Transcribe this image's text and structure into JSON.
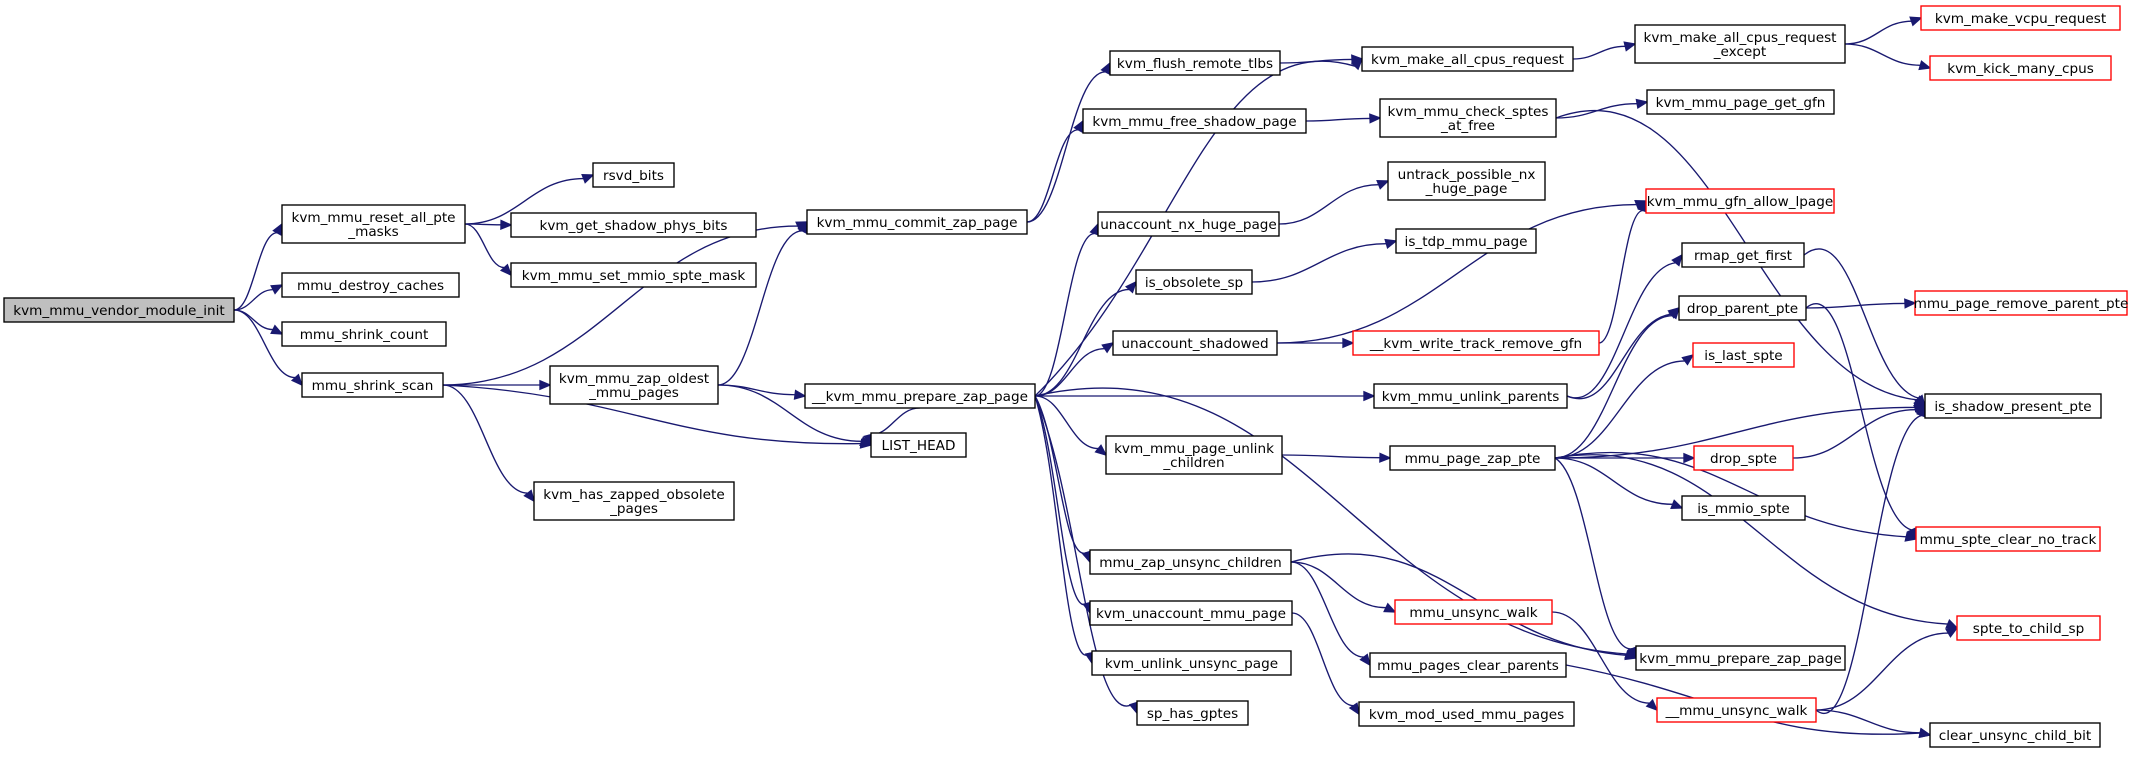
{
  "colors": {
    "edge": "#191970",
    "root_fill": "#bfbfbf",
    "truncated_border": "#ff0000",
    "border": "#000000"
  },
  "nodes": [
    {
      "id": "n0",
      "lines": [
        "kvm_mmu_vendor_module_init"
      ],
      "style": "root"
    },
    {
      "id": "n1",
      "lines": [
        "kvm_mmu_reset_all_pte",
        "_masks"
      ]
    },
    {
      "id": "n2",
      "lines": [
        "rsvd_bits"
      ]
    },
    {
      "id": "n3",
      "lines": [
        "kvm_get_shadow_phys_bits"
      ]
    },
    {
      "id": "n4",
      "lines": [
        "kvm_mmu_set_mmio_spte_mask"
      ]
    },
    {
      "id": "n5",
      "lines": [
        "mmu_destroy_caches"
      ]
    },
    {
      "id": "n6",
      "lines": [
        "mmu_shrink_count"
      ]
    },
    {
      "id": "n7",
      "lines": [
        "mmu_shrink_scan"
      ]
    },
    {
      "id": "n8",
      "lines": [
        "kvm_mmu_commit_zap_page"
      ]
    },
    {
      "id": "n9",
      "lines": [
        "kvm_mmu_zap_oldest",
        "_mmu_pages"
      ]
    },
    {
      "id": "n10",
      "lines": [
        "LIST_HEAD"
      ]
    },
    {
      "id": "n11",
      "lines": [
        "kvm_has_zapped_obsolete",
        "_pages"
      ]
    },
    {
      "id": "n12",
      "lines": [
        "kvm_flush_remote_tlbs"
      ]
    },
    {
      "id": "n13",
      "lines": [
        "kvm_mmu_free_shadow_page"
      ]
    },
    {
      "id": "n14",
      "lines": [
        "kvm_make_all_cpus_request"
      ]
    },
    {
      "id": "n15",
      "lines": [
        "kvm_mmu_check_sptes",
        "_at_free"
      ]
    },
    {
      "id": "n16",
      "lines": [
        "kvm_make_all_cpus_request",
        "_except"
      ]
    },
    {
      "id": "n17",
      "lines": [
        "kvm_make_vcpu_request"
      ],
      "style": "red"
    },
    {
      "id": "n18",
      "lines": [
        "kvm_kick_many_cpus"
      ],
      "style": "red"
    },
    {
      "id": "n19",
      "lines": [
        "kvm_mmu_page_get_gfn"
      ]
    },
    {
      "id": "n20",
      "lines": [
        "__kvm_mmu_prepare_zap_page"
      ]
    },
    {
      "id": "n21",
      "lines": [
        "unaccount_nx_huge_page"
      ]
    },
    {
      "id": "n22",
      "lines": [
        "untrack_possible_nx",
        "_huge_page"
      ]
    },
    {
      "id": "n23",
      "lines": [
        "is_obsolete_sp"
      ]
    },
    {
      "id": "n24",
      "lines": [
        "is_tdp_mmu_page"
      ]
    },
    {
      "id": "n25",
      "lines": [
        "unaccount_shadowed"
      ]
    },
    {
      "id": "n26",
      "lines": [
        "kvm_mmu_gfn_allow_lpage"
      ],
      "style": "red"
    },
    {
      "id": "n27",
      "lines": [
        "__kvm_write_track_remove_gfn"
      ],
      "style": "red"
    },
    {
      "id": "n28",
      "lines": [
        "rmap_get_first"
      ]
    },
    {
      "id": "n29",
      "lines": [
        "drop_parent_pte"
      ]
    },
    {
      "id": "n30",
      "lines": [
        "mmu_page_remove_parent_pte"
      ],
      "style": "red"
    },
    {
      "id": "n31",
      "lines": [
        "kvm_mmu_unlink_parents"
      ]
    },
    {
      "id": "n32",
      "lines": [
        "is_last_spte"
      ],
      "style": "red"
    },
    {
      "id": "n33",
      "lines": [
        "is_shadow_present_pte"
      ]
    },
    {
      "id": "n34",
      "lines": [
        "kvm_mmu_page_unlink",
        "_children"
      ]
    },
    {
      "id": "n35",
      "lines": [
        "mmu_page_zap_pte"
      ]
    },
    {
      "id": "n36",
      "lines": [
        "drop_spte"
      ],
      "style": "red"
    },
    {
      "id": "n37",
      "lines": [
        "is_mmio_spte"
      ]
    },
    {
      "id": "n38",
      "lines": [
        "mmu_spte_clear_no_track"
      ],
      "style": "red"
    },
    {
      "id": "n39",
      "lines": [
        "mmu_zap_unsync_children"
      ]
    },
    {
      "id": "n40",
      "lines": [
        "mmu_unsync_walk"
      ],
      "style": "red"
    },
    {
      "id": "n41",
      "lines": [
        "kvm_unaccount_mmu_page"
      ]
    },
    {
      "id": "n42",
      "lines": [
        "spte_to_child_sp"
      ],
      "style": "red"
    },
    {
      "id": "n43",
      "lines": [
        "kvm_mmu_prepare_zap_page"
      ]
    },
    {
      "id": "n44",
      "lines": [
        "mmu_pages_clear_parents"
      ]
    },
    {
      "id": "n45",
      "lines": [
        "kvm_unlink_unsync_page"
      ]
    },
    {
      "id": "n46",
      "lines": [
        "__mmu_unsync_walk"
      ],
      "style": "red"
    },
    {
      "id": "n47",
      "lines": [
        "clear_unsync_child_bit"
      ]
    },
    {
      "id": "n48",
      "lines": [
        "sp_has_gptes"
      ]
    },
    {
      "id": "n49",
      "lines": [
        "kvm_mod_used_mmu_pages"
      ]
    }
  ],
  "edges": [
    [
      "n0",
      "n1"
    ],
    [
      "n0",
      "n5"
    ],
    [
      "n0",
      "n6"
    ],
    [
      "n0",
      "n7"
    ],
    [
      "n1",
      "n2"
    ],
    [
      "n1",
      "n3"
    ],
    [
      "n1",
      "n4"
    ],
    [
      "n7",
      "n8"
    ],
    [
      "n7",
      "n9"
    ],
    [
      "n7",
      "n10"
    ],
    [
      "n7",
      "n11"
    ],
    [
      "n8",
      "n12"
    ],
    [
      "n8",
      "n13"
    ],
    [
      "n9",
      "n20"
    ],
    [
      "n9",
      "n8"
    ],
    [
      "n9",
      "n10"
    ],
    [
      "n12",
      "n14"
    ],
    [
      "n13",
      "n15"
    ],
    [
      "n14",
      "n16"
    ],
    [
      "n16",
      "n17"
    ],
    [
      "n16",
      "n18"
    ],
    [
      "n15",
      "n19"
    ],
    [
      "n15",
      "n33"
    ],
    [
      "n20",
      "n14"
    ],
    [
      "n20",
      "n21"
    ],
    [
      "n20",
      "n23"
    ],
    [
      "n20",
      "n25"
    ],
    [
      "n20",
      "n31"
    ],
    [
      "n20",
      "n34"
    ],
    [
      "n20",
      "n39"
    ],
    [
      "n20",
      "n41"
    ],
    [
      "n20",
      "n45"
    ],
    [
      "n20",
      "n48"
    ],
    [
      "n20",
      "n43"
    ],
    [
      "n20",
      "n10"
    ],
    [
      "n21",
      "n22"
    ],
    [
      "n23",
      "n24"
    ],
    [
      "n25",
      "n26"
    ],
    [
      "n25",
      "n27"
    ],
    [
      "n27",
      "n26"
    ],
    [
      "n31",
      "n28"
    ],
    [
      "n31",
      "n29"
    ],
    [
      "n28",
      "n33"
    ],
    [
      "n29",
      "n30"
    ],
    [
      "n29",
      "n38"
    ],
    [
      "n34",
      "n35"
    ],
    [
      "n35",
      "n29"
    ],
    [
      "n35",
      "n32"
    ],
    [
      "n35",
      "n33"
    ],
    [
      "n35",
      "n36"
    ],
    [
      "n35",
      "n37"
    ],
    [
      "n35",
      "n38"
    ],
    [
      "n35",
      "n42"
    ],
    [
      "n35",
      "n43"
    ],
    [
      "n36",
      "n33"
    ],
    [
      "n39",
      "n40"
    ],
    [
      "n39",
      "n44"
    ],
    [
      "n39",
      "n43"
    ],
    [
      "n40",
      "n46"
    ],
    [
      "n46",
      "n33"
    ],
    [
      "n46",
      "n42"
    ],
    [
      "n46",
      "n47"
    ],
    [
      "n44",
      "n47"
    ],
    [
      "n41",
      "n49"
    ]
  ]
}
